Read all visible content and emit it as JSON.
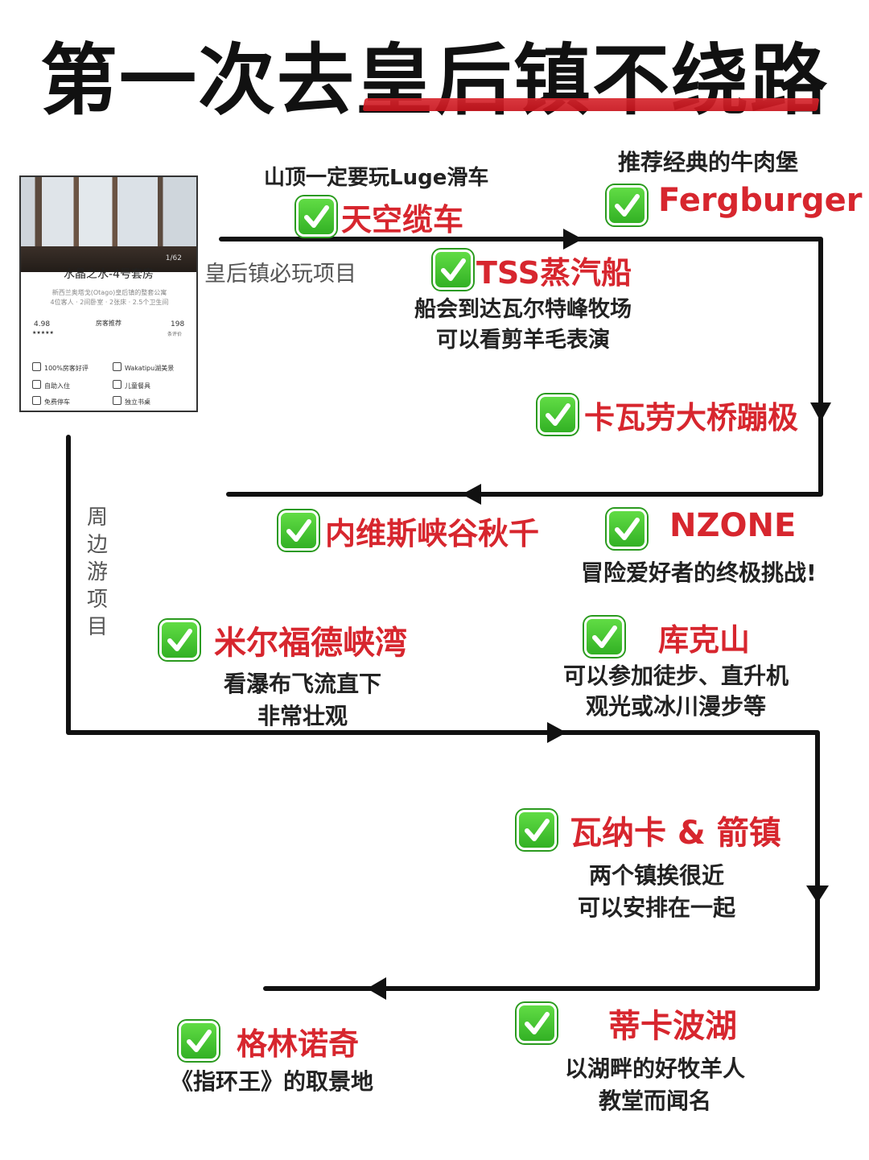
{
  "title": "第一次去皇后镇不绕路",
  "colors": {
    "accent_red": "#d7262e",
    "line": "#111111",
    "check_green": "#3fbf2c"
  },
  "hotel_card": {
    "photo_counter": "1/62",
    "name": "水晶之水-4号套房",
    "desc_line1": "新西兰奥塔戈(Otago)皇后镇的整套公寓",
    "desc_line2": "4位客人 · 2间卧室 · 2张床 · 2.5个卫生间",
    "rating": "4.98",
    "stars": "★★★★★",
    "badge": "房客推荐",
    "reviews": "198",
    "reviews_label": "条评价",
    "features": [
      "100%房客好评",
      "Wakatipu湖美景",
      "自助入住",
      "儿童餐具",
      "免费停车",
      "独立书桌"
    ]
  },
  "labels": {
    "must_play": "皇后镇必玩项目",
    "nearby": "周边游项目"
  },
  "spots": {
    "cable_car": {
      "name": "天空缆车",
      "note": "山顶一定要玩Luge滑车"
    },
    "fergburger": {
      "name": "Fergburger",
      "note": "推荐经典的牛肉堡"
    },
    "tss": {
      "name": "TSS蒸汽船",
      "note1": "船会到达瓦尔特峰牧场",
      "note2": "可以看剪羊毛表演"
    },
    "kawarau": {
      "name": "卡瓦劳大桥蹦极"
    },
    "nevis": {
      "name": "内维斯峡谷秋千"
    },
    "nzone": {
      "name": "NZONE",
      "note": "冒险爱好者的终极挑战!"
    },
    "milford": {
      "name": "米尔福德峡湾",
      "note1": "看瀑布飞流直下",
      "note2": "非常壮观"
    },
    "mtcook": {
      "name": "库克山",
      "note1": "可以参加徒步、直升机",
      "note2": "观光或冰川漫步等"
    },
    "wanaka": {
      "name": "瓦纳卡 & 箭镇",
      "note1": "两个镇挨很近",
      "note2": "可以安排在一起"
    },
    "tekapo": {
      "name": "蒂卡波湖",
      "note1": "以湖畔的好牧羊人",
      "note2": "教堂而闻名"
    },
    "glenorchy": {
      "name": "格林诺奇",
      "note": "《指环王》的取景地"
    }
  }
}
